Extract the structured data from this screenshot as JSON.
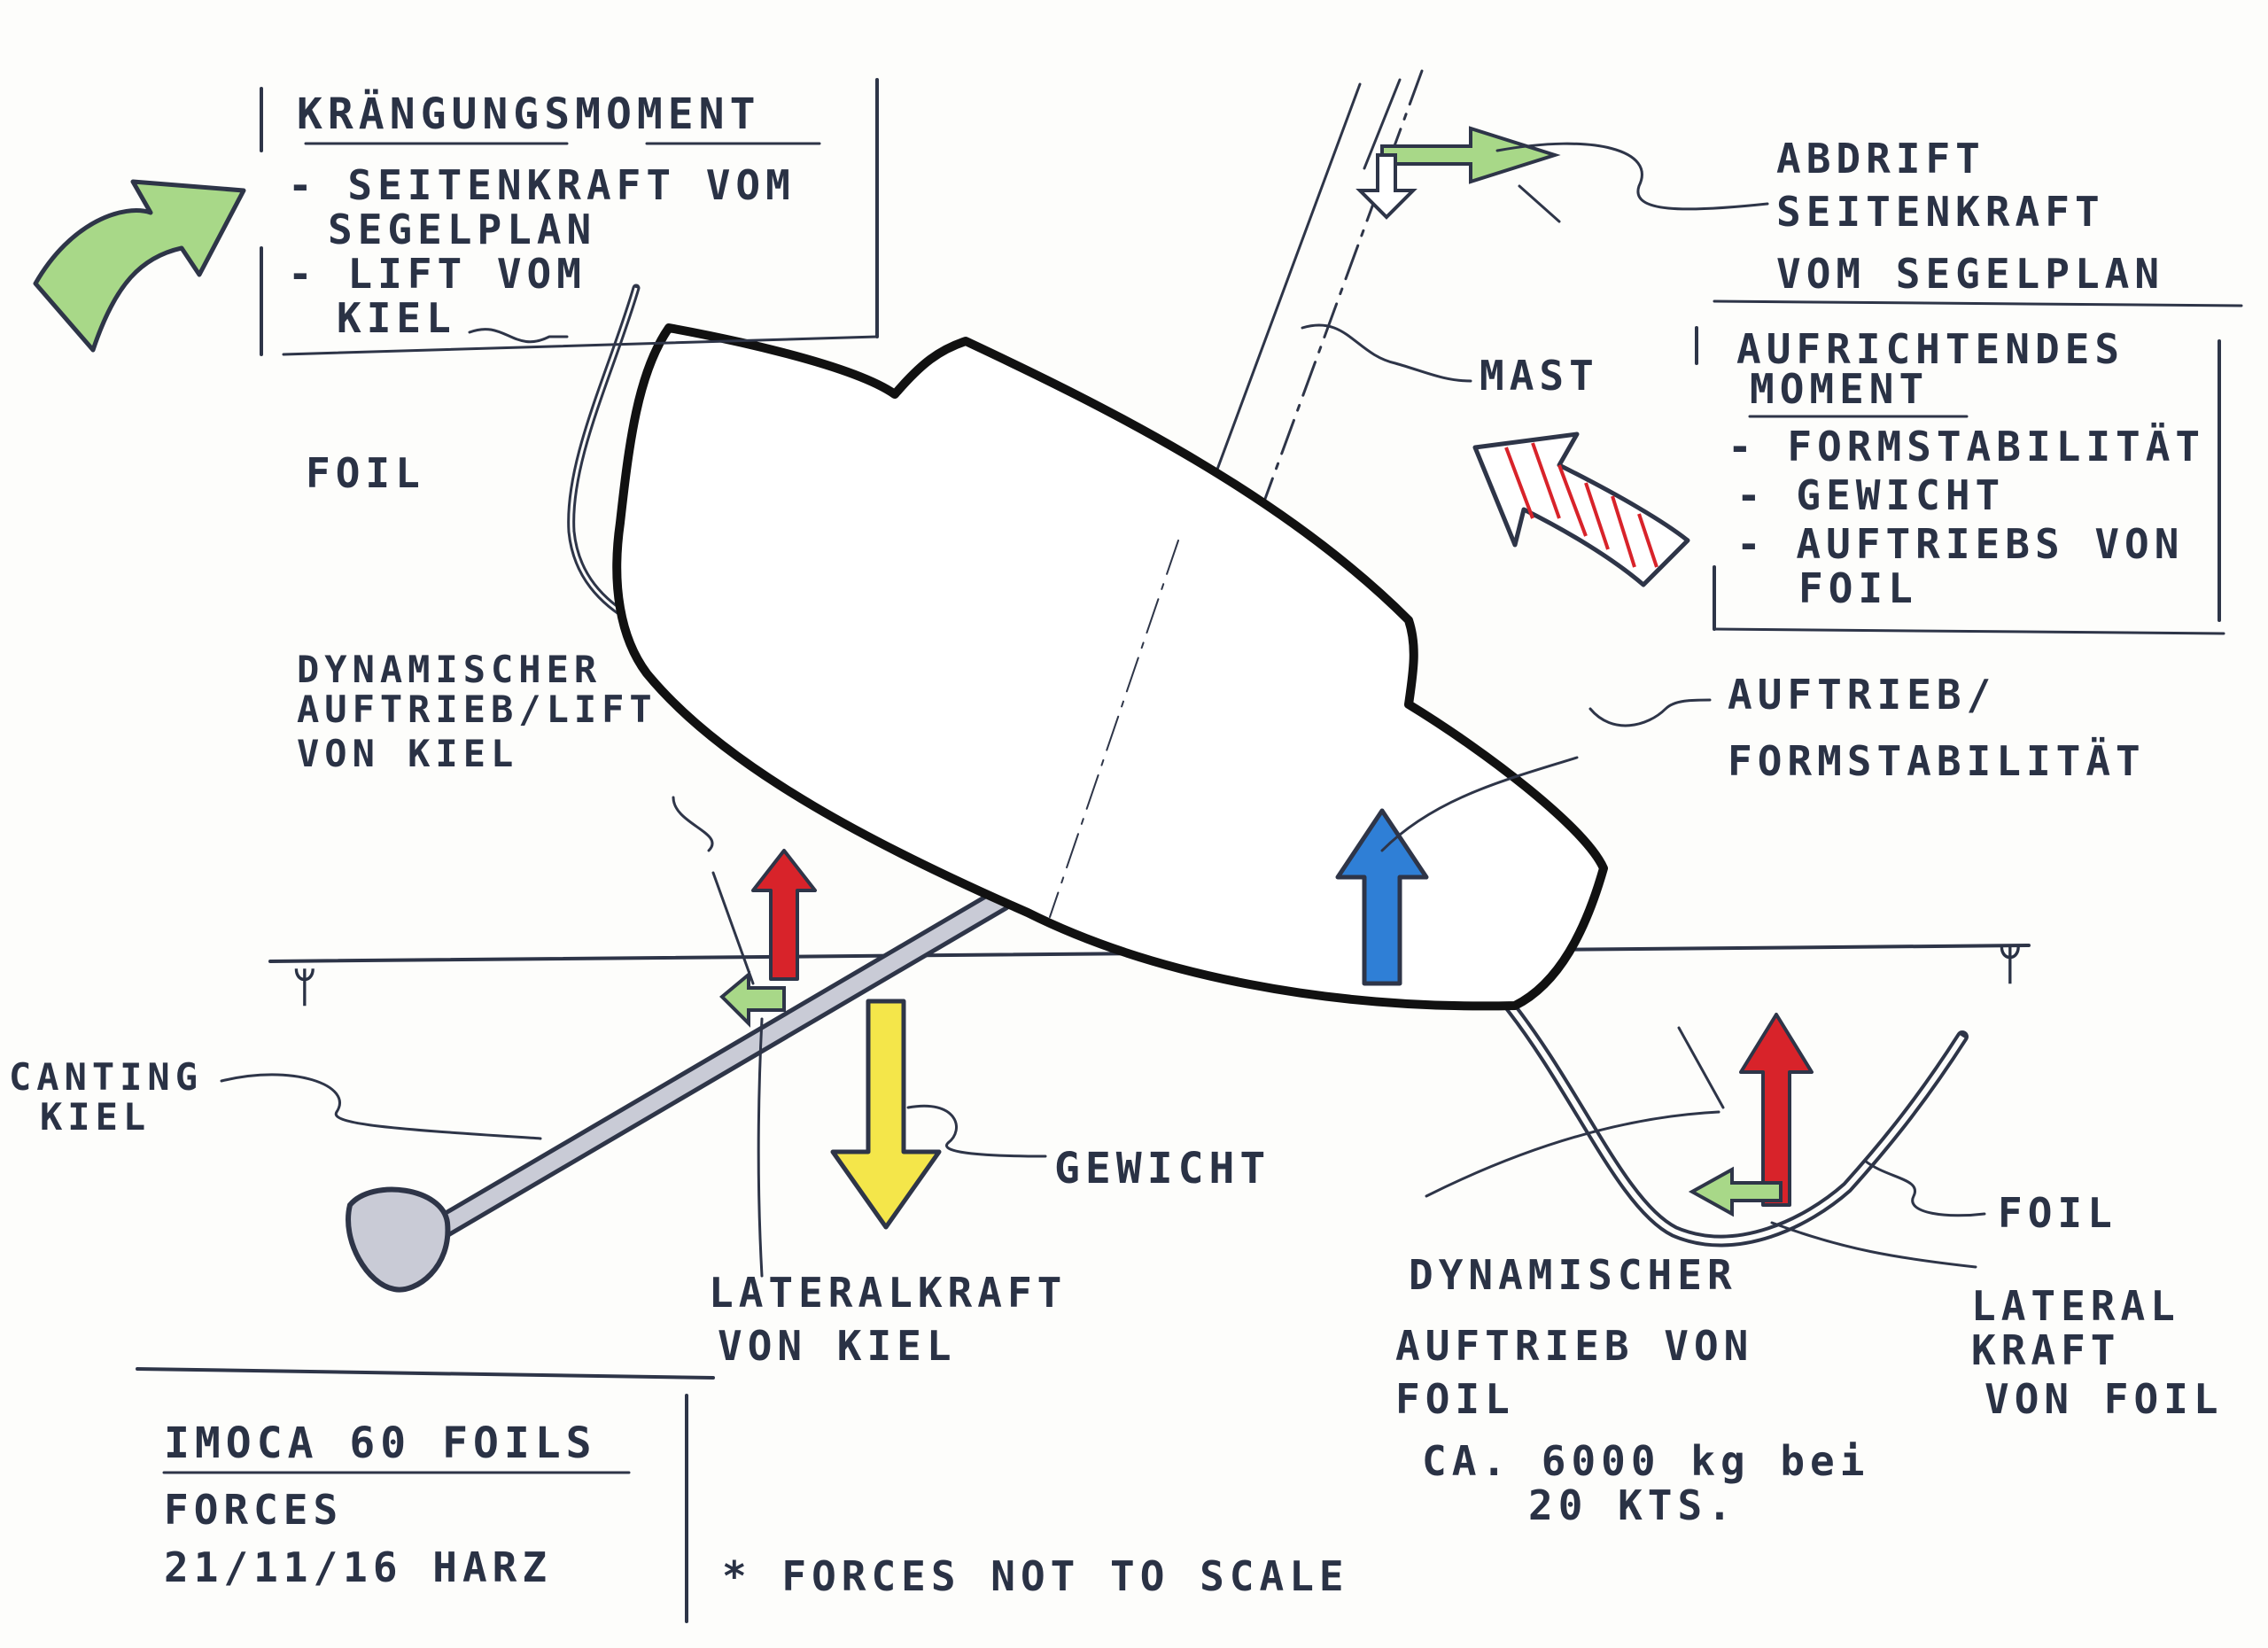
{
  "labels": {
    "heeling_title": "KRÄNGUNGSMOMENT",
    "heeling_item1_a": "- SEITENKRAFT VOM",
    "heeling_item1_b": "SEGELPLAN",
    "heeling_item2_a": "- LIFT VOM",
    "heeling_item2_b": "KIEL",
    "foil_top": "FOIL",
    "drift_a": "ABDRIFT",
    "drift_b": "SEITENKRAFT",
    "drift_c": "VOM SEGELPLAN",
    "mast": "MAST",
    "righting_title_a": "AUFRICHTENDES",
    "righting_title_b": "MOMENT",
    "righting_item1": "- FORMSTABILITÄT",
    "righting_item2": "- GEWICHT",
    "righting_item3_a": "- AUFTRIEBS VON",
    "righting_item3_b": "FOIL",
    "dyn_keel_a": "DYNAMISCHER",
    "dyn_keel_b": "AUFTRIEB/LIFT",
    "dyn_keel_c": "VON KIEL",
    "buoyancy_a": "AUFTRIEB/",
    "buoyancy_b": "FORMSTABILITÄT",
    "canting_a": "CANTING",
    "canting_b": "KIEL",
    "weight": "GEWICHT",
    "foil_right": "FOIL",
    "lateral_keel_a": "LATERALKRAFT",
    "lateral_keel_b": "VON KIEL",
    "dyn_foil_a": "DYNAMISCHER",
    "dyn_foil_b": "AUFTRIEB VON",
    "dyn_foil_c": "FOIL",
    "dyn_foil_d": "CA. 6000 kg bei",
    "dyn_foil_e": "20 KTS.",
    "lateral_foil_a": "LATERAL",
    "lateral_foil_b": "KRAFT",
    "lateral_foil_c": "VON FOIL",
    "waterline_left": "ᛘ",
    "waterline_right": "ᛘ",
    "title_a": "IMOCA 60 FOILS",
    "title_b": "FORCES",
    "title_c": "21/11/16 HARZ",
    "footnote": "* FORCES NOT TO SCALE"
  },
  "colors": {
    "ink": "#2e3548",
    "green_arrow": "#a8d888",
    "red_arrow": "#d8232a",
    "blue_arrow": "#2f7fd6",
    "yellow_arrow": "#f4e64a",
    "bulb": "#c9cbd6"
  }
}
